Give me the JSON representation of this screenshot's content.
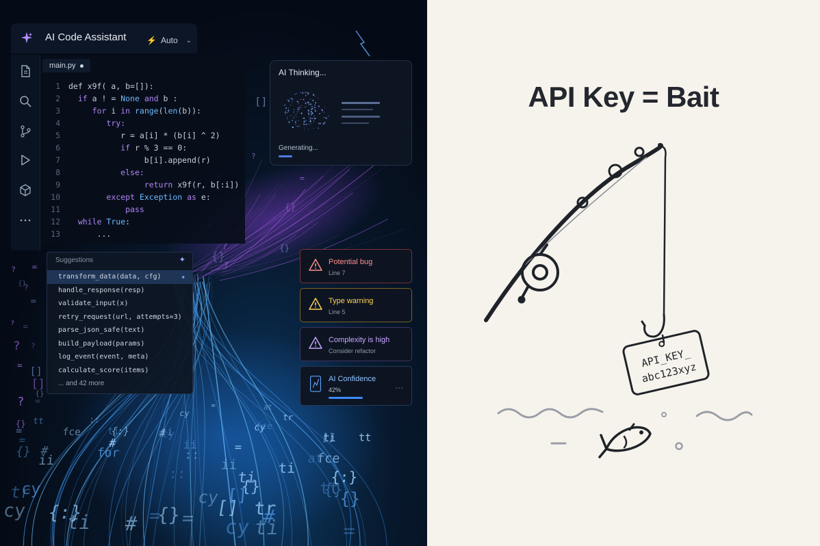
{
  "app": {
    "title": "AI Code Assistant",
    "mode_label": "Auto"
  },
  "editor": {
    "tab_name": "main.py",
    "lines": [
      [
        {
          "t": "def x9f( a, b=[]):"
        }
      ],
      [
        {
          "t": "  "
        },
        {
          "t": "if",
          "c": "kw"
        },
        {
          "t": " a ! = "
        },
        {
          "t": "None",
          "c": "bi"
        },
        {
          "t": " "
        },
        {
          "t": "and",
          "c": "kw"
        },
        {
          "t": " b :"
        }
      ],
      [
        {
          "t": "     "
        },
        {
          "t": "for",
          "c": "kw"
        },
        {
          "t": " i "
        },
        {
          "t": "in",
          "c": "kw"
        },
        {
          "t": " "
        },
        {
          "t": "range",
          "c": "bi"
        },
        {
          "t": "("
        },
        {
          "t": "len",
          "c": "bi"
        },
        {
          "t": "(b)):"
        }
      ],
      [
        {
          "t": "        "
        },
        {
          "t": "try:",
          "c": "kw"
        }
      ],
      [
        {
          "t": "           r = a[i] * (b[i] ^ 2)"
        }
      ],
      [
        {
          "t": "           "
        },
        {
          "t": "if",
          "c": "kw"
        },
        {
          "t": " r % 3 == 0:"
        }
      ],
      [
        {
          "t": "                b[i].append(r)"
        }
      ],
      [
        {
          "t": "           "
        },
        {
          "t": "else:",
          "c": "kw"
        }
      ],
      [
        {
          "t": "                "
        },
        {
          "t": "return",
          "c": "kw"
        },
        {
          "t": " x9f(r, b[:i])"
        }
      ],
      [
        {
          "t": "        "
        },
        {
          "t": "except",
          "c": "kw"
        },
        {
          "t": " "
        },
        {
          "t": "Exception",
          "c": "bi"
        },
        {
          "t": " "
        },
        {
          "t": "as",
          "c": "kw"
        },
        {
          "t": " e:"
        }
      ],
      [
        {
          "t": "            "
        },
        {
          "t": "pass",
          "c": "kw"
        }
      ],
      [
        {
          "t": "  "
        },
        {
          "t": "while",
          "c": "kw"
        },
        {
          "t": " "
        },
        {
          "t": "True",
          "c": "bi"
        },
        {
          "t": ":"
        }
      ],
      [
        {
          "t": "      ..."
        }
      ]
    ]
  },
  "thinking": {
    "title": "AI Thinking...",
    "status": "Generating..."
  },
  "suggestions": {
    "title": "Suggestions",
    "items": [
      "transform_data(data, cfg)",
      "handle_response(resp)",
      "validate_input(x)",
      "retry_request(url, attempts=3)",
      "parse_json_safe(text)",
      "build_payload(params)",
      "log_event(event, meta)",
      "calculate_score(items)"
    ],
    "more": "... and 42 more"
  },
  "cards": {
    "bug": {
      "title": "Potential bug",
      "sub": "Line 7"
    },
    "type": {
      "title": "Type warning",
      "sub": "Line 5"
    },
    "complexity": {
      "title": "Complexity is high",
      "sub": "Consider refactor"
    },
    "confidence": {
      "title": "AI Confidence",
      "value": "42%",
      "fraction": 0.42
    }
  },
  "right": {
    "heading": "API Key = Bait",
    "tag_line1": "API_KEY_",
    "tag_line2": "abc123xyz"
  },
  "colors": {
    "accent_blue": "#3b8cff",
    "bug_red": "#ff8e8e",
    "warn_yellow": "#ffd257",
    "complexity_purple": "#c7a7ff"
  }
}
